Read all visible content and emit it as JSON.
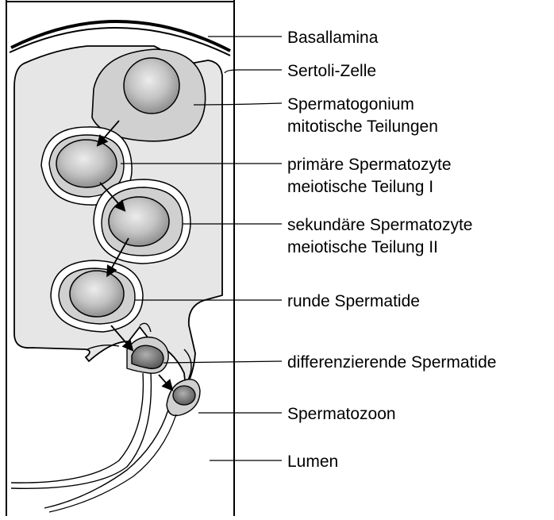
{
  "diagram": {
    "labels": {
      "basallamina": "Basallamina",
      "sertoli": "Sertoli-Zelle",
      "spermatogonium": "Spermatogonium",
      "spermatogonium_sub": "mitotische Teilungen",
      "primary": "primäre Spermatozyte",
      "primary_sub": "meiotische Teilung I",
      "secondary": "sekundäre Spermatozyte",
      "secondary_sub": "meiotische Teilung II",
      "round": "runde Spermatide",
      "differentiating": "differenzierende Spermatide",
      "spermatozoon": "Spermatozoon",
      "lumen": "Lumen"
    },
    "colors": {
      "sertoli_fill": "#e6e6e6",
      "cell_fill": "#d0d0d0",
      "nucleus_light": "#e4e4e4",
      "nucleus_dark": "#8f8f8f",
      "spermatid_head": "#6f6f6f",
      "line": "#000000"
    }
  }
}
